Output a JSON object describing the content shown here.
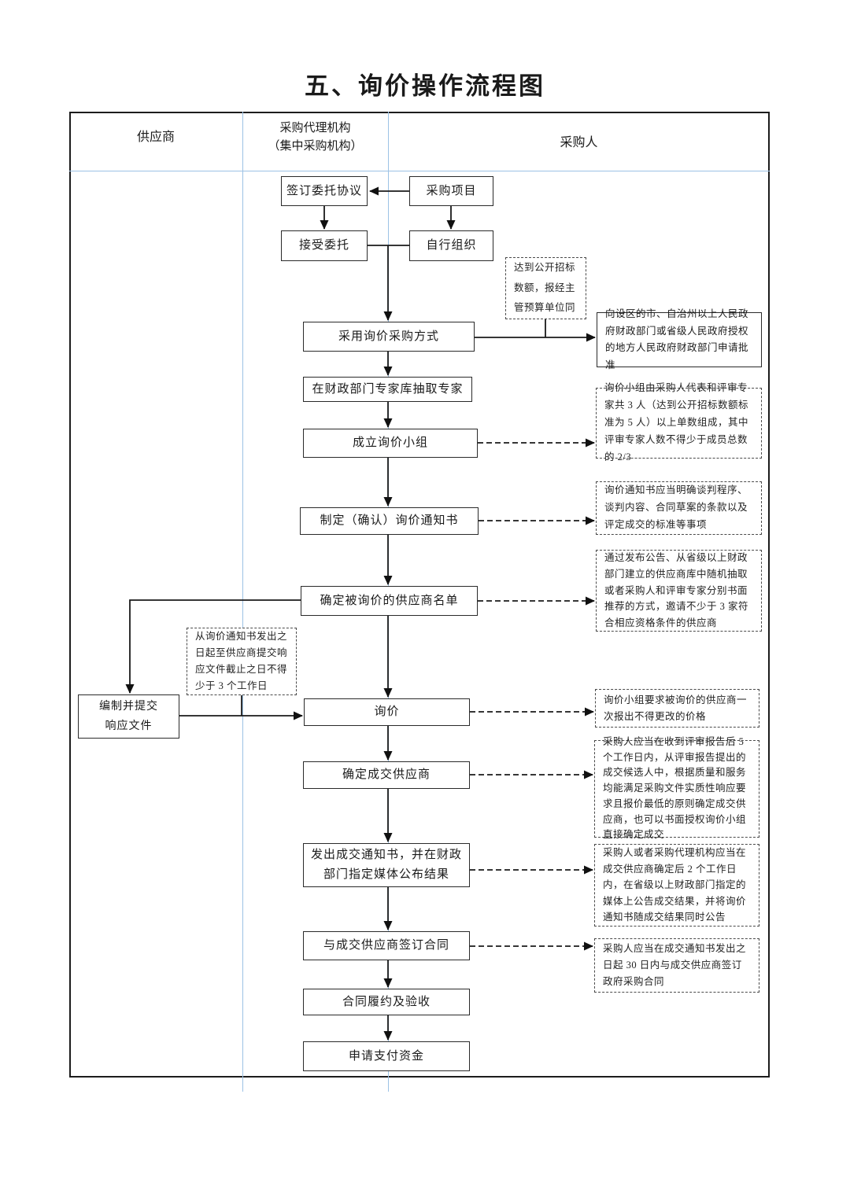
{
  "title": "五、询价操作流程图",
  "lanes": {
    "supplier": "供应商",
    "agency_line1": "采购代理机构",
    "agency_line2": "（集中采购机构）",
    "purchaser": "采购人"
  },
  "nodes": {
    "sign_agreement": "签订委托协议",
    "procurement_project": "采购项目",
    "accept_entrustment": "接受委托",
    "self_organize": "自行组织",
    "adopt_inquiry": "采用询价采购方式",
    "apply_approval": "向设区的市、自治州以上人民政府财政部门或省级人民政府授权的地方人民政府财政部门申请批准",
    "extract_experts": "在财政部门专家库抽取专家",
    "form_group": "成立询价小组",
    "make_notice": "制定（确认）询价通知书",
    "determine_suppliers": "确定被询价的供应商名单",
    "prepare_response_1": "编制并提交",
    "prepare_response_2": "响应文件",
    "inquiry": "询价",
    "determine_winner": "确定成交供应商",
    "issue_notice": "发出成交通知书，并在财政部门指定媒体公布结果",
    "sign_contract": "与成交供应商签订合同",
    "contract_performance": "合同履约及验收",
    "apply_payment": "申请支付资金"
  },
  "annotations": {
    "open_tender_threshold": "达到公开招标数额，报经主管预算单位同",
    "group_composition": "询价小组由采购人代表和评审专家共 3 人（达到公开招标数额标准为 5 人）以上单数组成，其中评审专家人数不得少于成员总数的 2/3",
    "notice_content": "询价通知书应当明确谈判程序、谈判内容、合同草案的条款以及评定成交的标准等事项",
    "supplier_selection": "通过发布公告、从省级以上财政部门建立的供应商库中随机抽取或者采购人和评审专家分别书面推荐的方式，邀请不少于 3 家符合相应资格条件的供应商",
    "response_deadline": "从询价通知书发出之日起至供应商提交响应文件截止之日不得少于 3 个工作日",
    "one_quote": "询价小组要求被询价的供应商一次报出不得更改的价格",
    "winner_determination": "采购人应当在收到评审报告后 5 个工作日内，从评审报告提出的成交候选人中，根据质量和服务均能满足采购文件实质性响应要求且报价最低的原则确定成交供应商，也可以书面授权询价小组直接确定成交",
    "announce_result": "采购人或者采购代理机构应当在成交供应商确定后 2 个工作日内，在省级以上财政部门指定的媒体上公告成交结果，并将询价通知书随成交结果同时公告",
    "contract_deadline": "采购人应当在成交通知书发出之日起 30 日内与成交供应商签订政府采购合同"
  },
  "colors": {
    "lane_line_blue": "#9cc2e5",
    "connector_black": "#1a1a1a",
    "border_black": "#1c1c1c"
  }
}
